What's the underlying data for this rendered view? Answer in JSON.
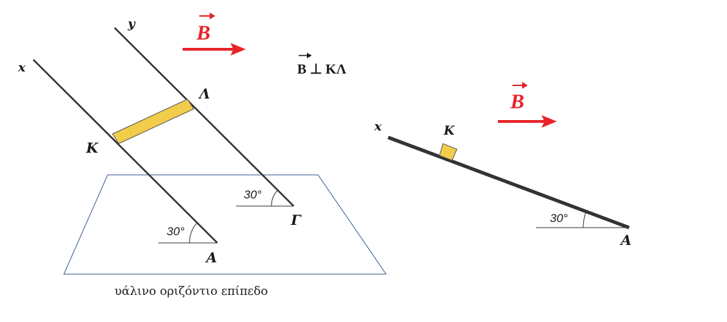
{
  "left_figure": {
    "label_x": "x",
    "label_y": "y",
    "label_K": "K",
    "label_L": "Λ",
    "label_A": "A",
    "label_G": "Γ",
    "angle_A": "30°",
    "angle_G": "30°",
    "field_symbol": "B",
    "condition_text": "B ⊥ ΚΛ",
    "plane_caption": "υάλινο οριζόντιο επίπεδο"
  },
  "right_figure": {
    "label_x": "x",
    "label_K": "K",
    "label_A": "A",
    "angle_A": "30°",
    "field_symbol": "B"
  },
  "colors": {
    "vector": "#e8232a",
    "rod": "#f2cc4b",
    "plane": "#3a5a8c",
    "line": "#333333"
  }
}
